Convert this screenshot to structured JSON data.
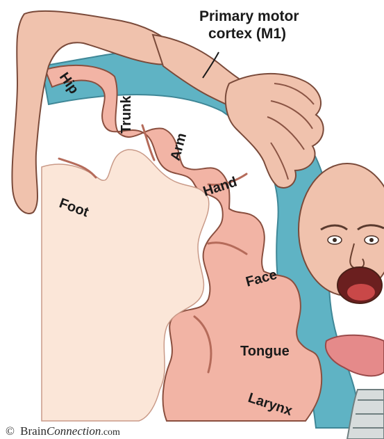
{
  "title": {
    "line1": "Primary motor",
    "line2": "cortex (M1)"
  },
  "regions": [
    {
      "id": "hip",
      "label": "Hip"
    },
    {
      "id": "trunk",
      "label": "Trunk"
    },
    {
      "id": "arm",
      "label": "Arm"
    },
    {
      "id": "hand",
      "label": "Hand"
    },
    {
      "id": "foot",
      "label": "Foot"
    },
    {
      "id": "face",
      "label": "Face"
    },
    {
      "id": "tongue",
      "label": "Tongue"
    },
    {
      "id": "larynx",
      "label": "Larynx"
    }
  ],
  "credit": {
    "symbol": "©",
    "brand": "Brain",
    "brand_italic": "Connection",
    "suffix": ".com"
  },
  "colors": {
    "cortex_blue": "#5fb3c4",
    "cortex_pink": "#f2b4a5",
    "white_matter": "#fbe6d8",
    "skin": "#f0c2ad",
    "outline": "#7a4a3a"
  }
}
